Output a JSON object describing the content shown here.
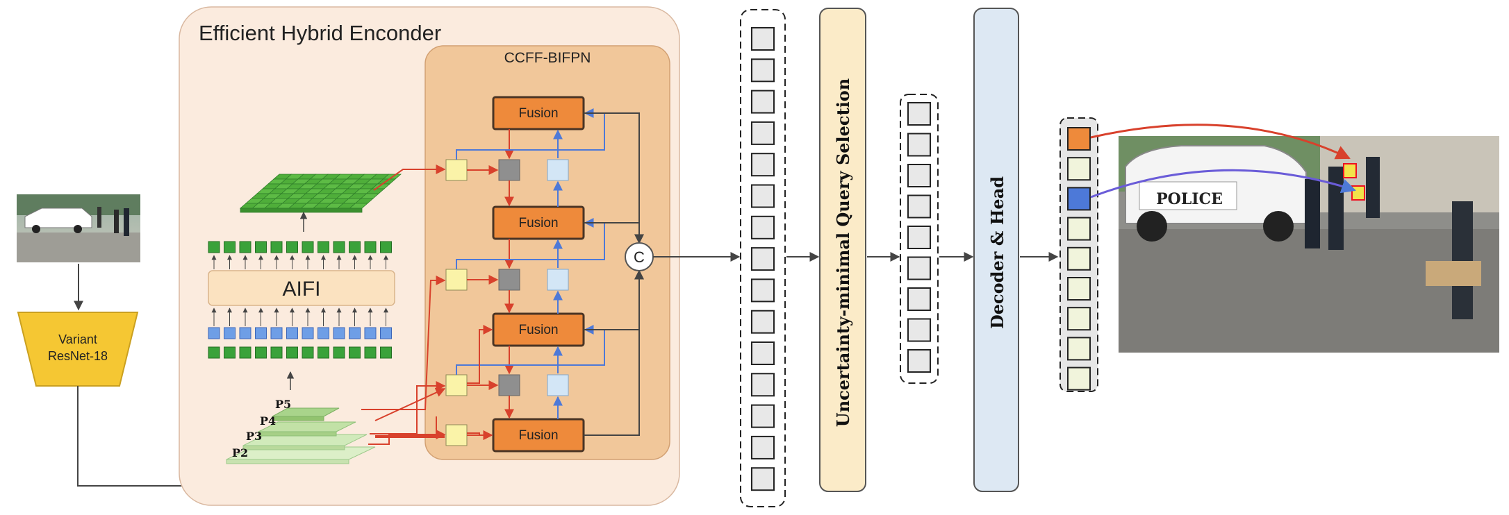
{
  "encoder": {
    "title": "Efficient Hybrid Enconder"
  },
  "bifpn": {
    "title": "CCFF-BIFPN",
    "fusion_label": "Fusion",
    "concat_label": "C"
  },
  "backbone": {
    "line1": "Variant",
    "line2": "ResNet-18"
  },
  "aifi": {
    "label": "AIFI"
  },
  "pyramid": {
    "p5": "P5",
    "p4": "P4",
    "p3": "P3",
    "p2": "P2"
  },
  "query_selection": {
    "label": "Uncertainty-minimal Query Selection"
  },
  "decoder": {
    "label": "Decoder & Head"
  },
  "colors": {
    "encoder_bg": "#fbebde",
    "bifpn_bg": "#f1c79a",
    "fusion": "#ee8a3b",
    "aifi": "#fbe2c0",
    "backbone": "#f5c733",
    "query_panel": "#fbebc8",
    "decoder_panel": "#dde8f3",
    "arrow_red": "#d8412c",
    "arrow_blue": "#4d79d8",
    "token_green": "#3aa23a",
    "token_blue": "#6e9ee6",
    "node_yellow": "#faf3a8",
    "node_gray": "#8f8f8f",
    "node_lightblue": "#d3e6f6"
  },
  "icons": [
    "input-photo",
    "output-photo",
    "concat-icon"
  ]
}
